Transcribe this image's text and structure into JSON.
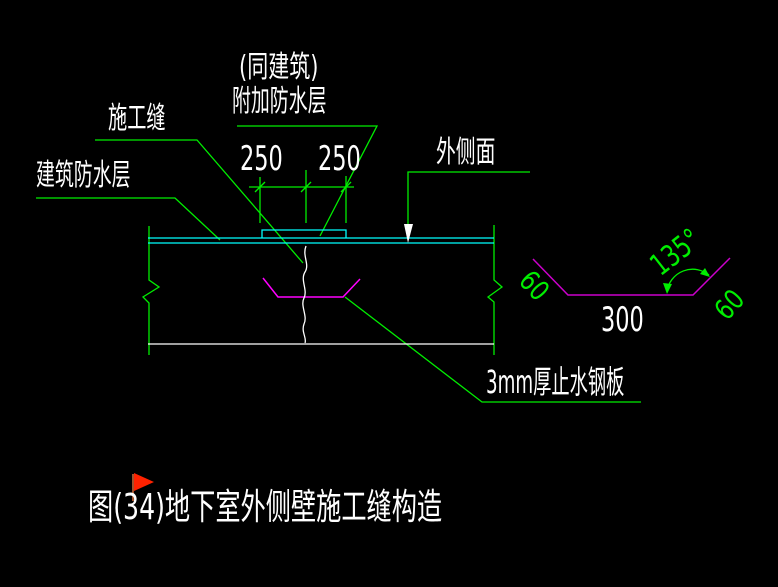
{
  "figure": {
    "caption": "图(34)地下室外侧壁施工缝构造",
    "labels": {
      "same_as_building": "(同建筑)",
      "additional_waterproofing": "附加防水层",
      "construction_joint": "施工缝",
      "building_waterproofing": "建筑防水层",
      "outer_face": "外侧面",
      "steel_plate": "3mm厚止水钢板"
    },
    "dimensions": {
      "left_offset": "250",
      "right_offset": "250",
      "plate_width": "300",
      "bend_angle": "135°",
      "flange_left": "60",
      "flange_right": "60"
    },
    "icons": {
      "flag_marker": "red-flag",
      "outer_face_arrow": "down-arrow"
    }
  },
  "colors": {
    "background": "#000000",
    "green": "#00EE00",
    "cyan": "#00FFFF",
    "magenta": "#FF00FF",
    "magenta_detail": "#CC00CC",
    "white": "#FFFFFF",
    "flag_red": "#FF2200",
    "flag_pole": "#A0522D"
  }
}
